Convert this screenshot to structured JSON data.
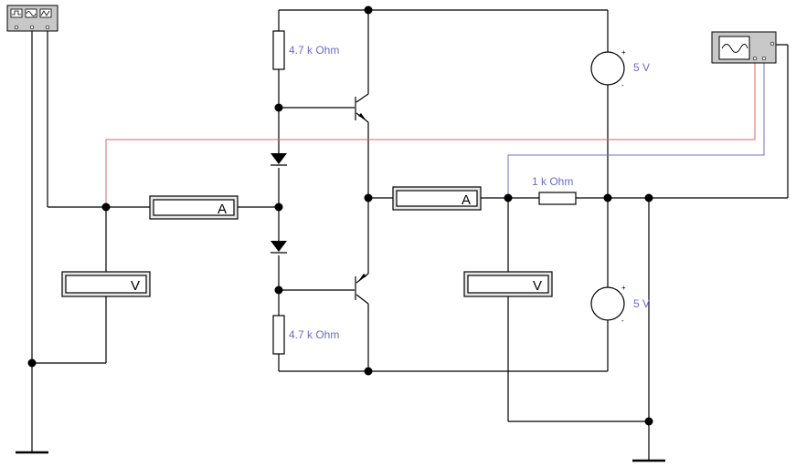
{
  "labels": {
    "r_top": "4.7 k Ohm",
    "r_bottom": "4.7 k Ohm",
    "r_load": "1 k Ohm",
    "v_top": "5 V",
    "v_bottom": "5 V"
  },
  "meters": {
    "ammeter_left": "A",
    "ammeter_right": "A",
    "voltmeter_left": "V",
    "voltmeter_right": "V"
  },
  "colors": {
    "wire": "#000000",
    "probe_red": "#e06060",
    "probe_blue": "#7070d0",
    "label": "#6a6ad0",
    "instrument_body": "#c8c8c8"
  },
  "icons": {
    "function_generator": "function-generator-icon",
    "oscilloscope": "oscilloscope-icon"
  }
}
